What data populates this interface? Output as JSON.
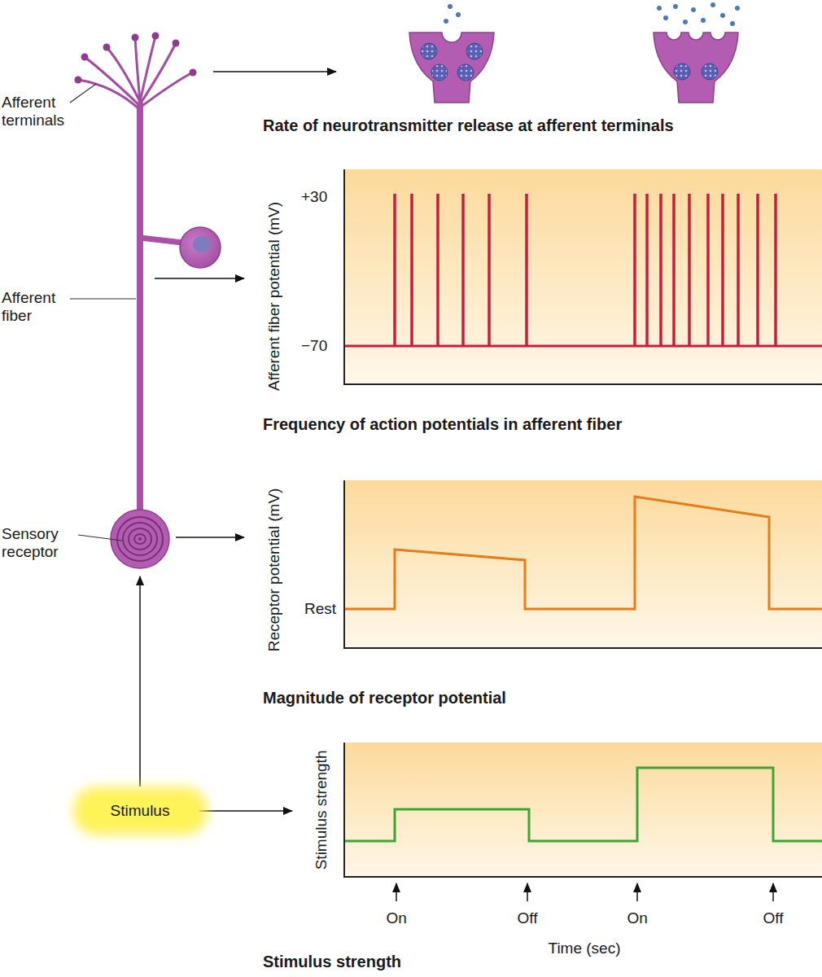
{
  "diagram": {
    "nodes": [
      {
        "text": [
          "Afferent fiber potential (mV)",
          "Frequency of action potentials in afferent fiber"
        ]
      },
      {
        "text": [
          "Receptor potential (mV)",
          "Magnitude of receptor potential"
        ]
      },
      {
        "text": [
          "Stimulus"
        ]
      },
      {
        "text": [
          "Stimulus strength",
          "Stimulus strength"
        ]
      }
    ],
    "edges": [
      {
        "from": 2,
        "to": 3,
        "arrow": "to"
      }
    ],
    "labels": [
      "Afferent terminals",
      "Afferent fiber",
      "Sensory receptor",
      "Rate of neurotransmitter release at afferent terminals",
      "+30",
      "−70",
      "Rest",
      "On",
      "Off",
      "On",
      "Off",
      "Time (sec)"
    ]
  }
}
